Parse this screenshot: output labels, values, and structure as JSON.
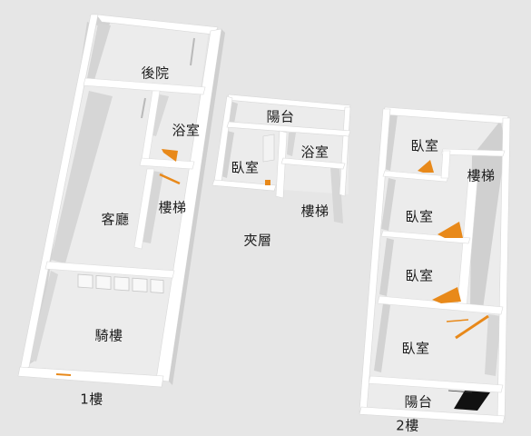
{
  "floor1": {
    "caption": "1樓",
    "rooms": {
      "backyard": "後院",
      "bathroom": "浴室",
      "stairs": "樓梯",
      "living": "客廳",
      "arcade": "騎樓"
    }
  },
  "mezzanine": {
    "caption": "夾層",
    "rooms": {
      "balcony": "陽台",
      "bedroom": "臥室",
      "bathroom": "浴室",
      "stairs": "樓梯"
    }
  },
  "floor2": {
    "caption": "2樓",
    "rooms": {
      "bedroom_1": "臥室",
      "stairs": "樓梯",
      "bedroom_2": "臥室",
      "bedroom_3": "臥室",
      "bedroom_4": "臥室",
      "balcony": "陽台"
    }
  },
  "colors": {
    "wall_top": "#ffffff",
    "wall_side": "#d2d2d2",
    "floor": "#ececec",
    "door": "#e8891a",
    "background": "#e6e6e6"
  }
}
